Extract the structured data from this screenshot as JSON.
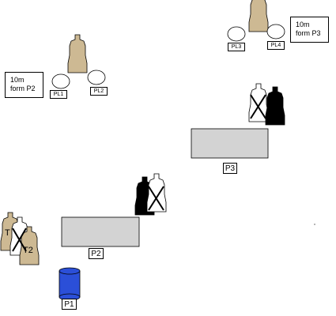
{
  "colors": {
    "tan": "#cdb993",
    "black": "#000000",
    "white": "#ffffff",
    "port_gray": "#d3d3d3",
    "barrel_blue": "#2b4fd8"
  },
  "notes": {
    "p2": "10m\nform P2",
    "p3": "10m\nform P3"
  },
  "plates": {
    "pl1": "PL1",
    "pl2": "PL2",
    "pl3": "PL3",
    "pl4": "PL4"
  },
  "positions": {
    "p1": "P1",
    "p2": "P2",
    "p3": "P3"
  },
  "targets": {
    "t1": "T",
    "t2": "T2"
  },
  "icons": [
    "paper-target-icon",
    "steel-plate-icon",
    "barrel-icon",
    "no-shoot-x-icon"
  ]
}
